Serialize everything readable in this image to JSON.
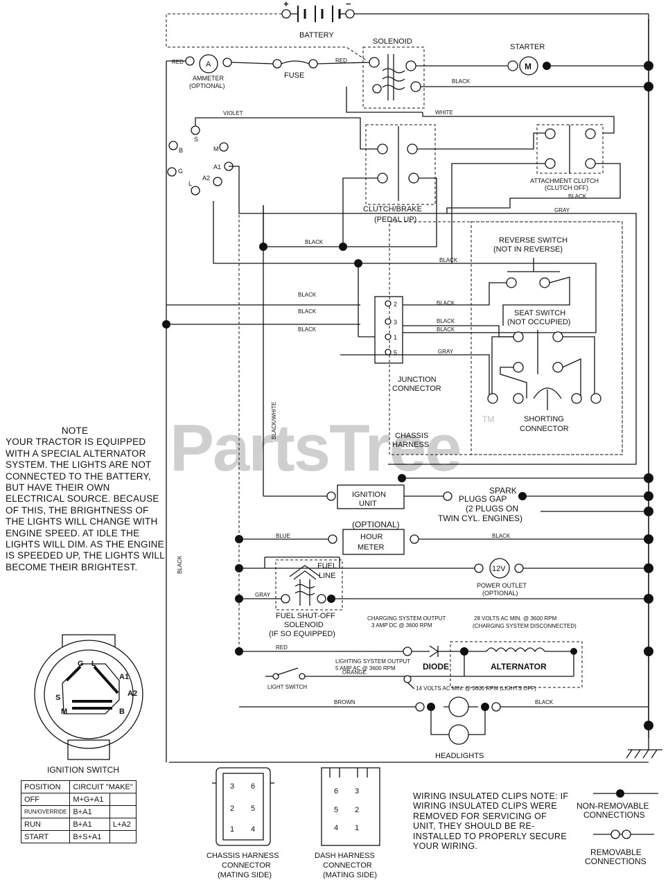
{
  "labels": {
    "battery": "BATTERY",
    "solenoid": "SOLENOID",
    "starter": "STARTER",
    "starter_m": "M",
    "ammeter": "AMMETER",
    "ammeter_opt": "(OPTIONAL)",
    "ammeter_a": "A",
    "fuse": "FUSE",
    "clutch_brake": "CLUTCH/BRAKE",
    "clutch_brake_sub": "(PEDAL UP)",
    "attachment_clutch": "ATTACHMENT CLUTCH",
    "attachment_clutch_sub": "(CLUTCH OFF)",
    "reverse_switch": "REVERSE SWITCH",
    "reverse_switch_sub": "(NOT IN REVERSE)",
    "seat_switch": "SEAT SWITCH",
    "seat_switch_sub": "(NOT OCCUPIED)",
    "junction_connector_1": "JUNCTION",
    "junction_connector_2": "CONNECTOR",
    "shorting_connector_1": "SHORTING",
    "shorting_connector_2": "CONNECTOR",
    "chassis_harness_1": "CHASSIS",
    "chassis_harness_2": "HARNESS",
    "ignition_unit_1": "IGNITION",
    "ignition_unit_2": "UNIT",
    "spark_plugs_1": "SPARK",
    "spark_plugs_2": "PLUGS GAP",
    "spark_plugs_3": "(2 PLUGS ON",
    "spark_plugs_4": "TWIN CYL. ENGINES)",
    "hour_meter_opt": "(OPTIONAL)",
    "hour_meter_1": "HOUR",
    "hour_meter_2": "METER",
    "fuel_line_1": "FUEL",
    "fuel_line_2": "LINE",
    "power_outlet_v": "12V",
    "power_outlet_1": "POWER OUTLET",
    "power_outlet_2": "(OPTIONAL)",
    "fuel_solenoid_1": "FUEL SHUT-OFF",
    "fuel_solenoid_2": "SOLENOID",
    "fuel_solenoid_3": "(IF SO EQUIPPED)",
    "charging_output_1": "CHARGING SYSTEM OUTPUT",
    "charging_output_2": "3 AMP DC @ 3600 RPM",
    "ac_28_1": "28 VOLTS AC MIN. @ 3600 RPM",
    "ac_28_2": "(CHARGING SYSTEM DISCONNECTED)",
    "lighting_output_1": "LIGHTING SYSTEM OUTPUT",
    "lighting_output_2": "5 AMP AC @ 3600 RPM",
    "diode": "DIODE",
    "alternator": "ALTERNATOR",
    "light_switch": "LIGHT SWITCH",
    "ac_14": "14 VOLTS AC MIN. @ 3600 RPM (LIGHTS OFF)",
    "headlights": "HEADLIGHTS",
    "ignition_switch": "IGNITION SWITCH",
    "chassis_conn_1": "CHASSIS HARNESS",
    "chassis_conn_2": "CONNECTOR",
    "chassis_conn_3": "(MATING SIDE)",
    "dash_conn_1": "DASH HARNESS",
    "dash_conn_2": "CONNECTOR",
    "dash_conn_3": "(MATING SIDE)",
    "clips_note": "WIRING INSULATED CLIPS NOTE: IF WIRING INSULATED CLIPS WERE REMOVED FOR SERVICING OF UNIT, THEY SHOULD BE RE-INSTALLED TO PROPERLY SECURE YOUR WIRING.",
    "non_removable_1": "NON-REMOVABLE",
    "non_removable_2": "CONNECTIONS",
    "removable_1": "REMOVABLE",
    "removable_2": "CONNECTIONS",
    "watermark": "PartsTree",
    "tm": "TM"
  },
  "wire_colors": {
    "red": "RED",
    "black": "BLACK",
    "white": "WHITE",
    "gray": "GRAY",
    "blue": "BLUE",
    "orange": "ORANGE",
    "brown": "BROWN",
    "violet": "VIOLET",
    "black_white": "BLACK/WHITE"
  },
  "polarity": {
    "plus": "+",
    "minus": "−"
  },
  "junction_pins": [
    "2",
    "3",
    "1",
    "5"
  ],
  "ignition_terminals": [
    "B",
    "S",
    "M",
    "A1",
    "A2",
    "L",
    "G"
  ],
  "switch_face": [
    "G",
    "L",
    "A1",
    "A2",
    "S",
    "M",
    "B"
  ],
  "note": {
    "title": "NOTE",
    "body": "YOUR TRACTOR IS EQUIPPED WITH A SPECIAL ALTERNATOR SYSTEM. THE LIGHTS ARE NOT CONNECTED TO THE BATTERY, BUT HAVE THEIR OWN ELECTRICAL SOURCE. BECAUSE OF THIS, THE BRIGHTNESS OF THE LIGHTS WILL CHANGE WITH ENGINE SPEED. AT IDLE THE LIGHTS WILL DIM. AS THE ENGINE IS SPEEDED UP, THE LIGHTS WILL BECOME THEIR BRIGHTEST."
  },
  "ignition_table": {
    "headers": [
      "POSITION",
      "CIRCUIT \"MAKE\""
    ],
    "rows": [
      [
        "OFF",
        "M+G+A1",
        ""
      ],
      [
        "RUN/OVERRIDE",
        "B+A1",
        ""
      ],
      [
        "RUN",
        "B+A1",
        "L+A2"
      ],
      [
        "START",
        "B+S+A1",
        ""
      ]
    ]
  },
  "chassis_pins": [
    "3",
    "6",
    "2",
    "5",
    "1",
    "4"
  ],
  "dash_pins": [
    "6",
    "3",
    "5",
    "2",
    "4",
    "1"
  ]
}
